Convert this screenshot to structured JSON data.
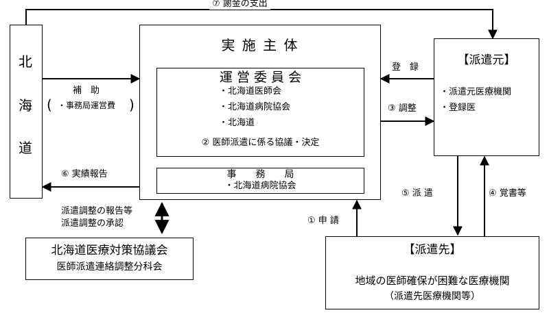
{
  "hokkaido": {
    "chars": [
      "北",
      "海",
      "道"
    ]
  },
  "implementing_body": {
    "title": "実 施 主 体",
    "committee": {
      "title": "運 営 委 員 会",
      "members": [
        "・北海道医師会",
        "・北海道病院協会",
        "・北海道"
      ],
      "decision": "② 医師派遣に係る協議・決定"
    },
    "secretariat": {
      "title": "事　　務　　局",
      "member": "・北海道病院協会"
    }
  },
  "dispatcher": {
    "title": "【派遣元】",
    "items": [
      "・派遣元医療機関",
      "・登録医"
    ]
  },
  "recipient": {
    "title": "【派遣先】",
    "desc": "地域の医師確保が困難な医療機関",
    "sub": "（派遣先医療機関等）"
  },
  "council": {
    "title": "北海道医療対策協議会",
    "sub": "医師派遣連絡調整分科会"
  },
  "labels": {
    "payment": "⑦ 謝金の支出",
    "subsidy": "補　助",
    "subsidy_item": "・事務局運営費",
    "paren_open": "(",
    "paren_close": ")",
    "registration": "登　録",
    "coordination": "③ 調整",
    "report": "⑥ 実績報告",
    "application": "① 申 請",
    "dispatch": "⑤ 派 遣",
    "memorandum": "④ 覚書等",
    "council_report": "派遣調整の報告等",
    "council_approval": "派遣調整の承認"
  }
}
